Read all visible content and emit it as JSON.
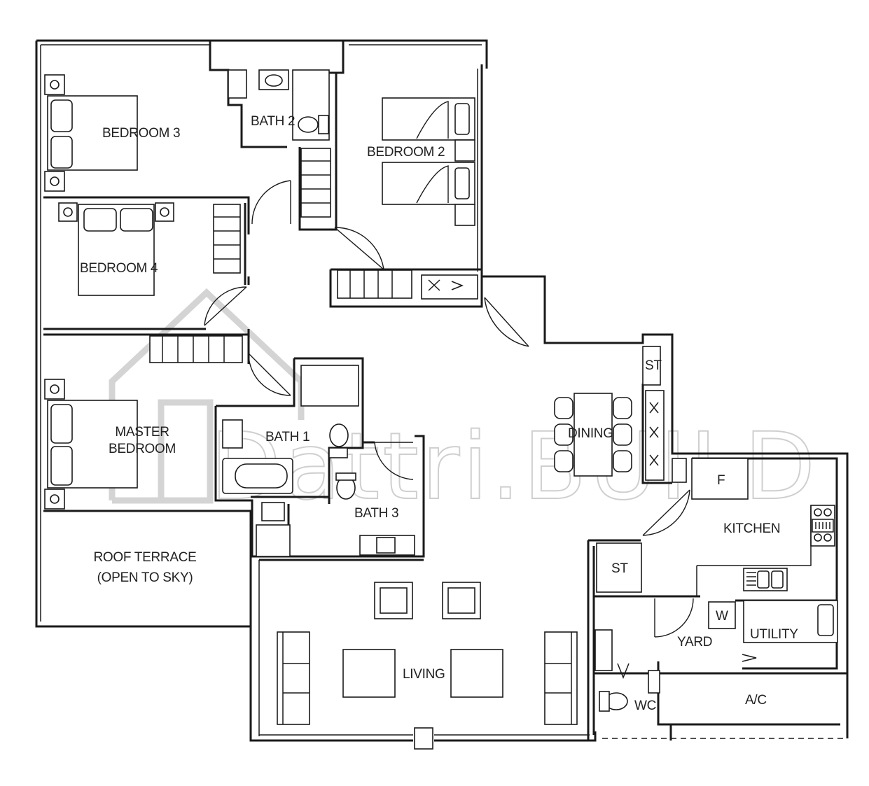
{
  "watermark": {
    "text": "Dattri.BUILD"
  },
  "rooms": {
    "bedroom3": "BEDROOM 3",
    "bath2": "BATH 2",
    "bedroom2": "BEDROOM 2",
    "bedroom4": "BEDROOM 4",
    "master_line1": "MASTER",
    "master_line2": "BEDROOM",
    "bath1": "BATH 1",
    "bath3": "BATH 3",
    "dining": "DINING",
    "roof_line1": "ROOF TERRACE",
    "roof_line2": "(OPEN TO SKY)",
    "living": "LIVING",
    "kitchen": "KITCHEN",
    "fridge": "F",
    "st_upper": "ST",
    "st_lower": "ST",
    "washer": "W",
    "yard": "YARD",
    "utility": "UTILITY",
    "wc": "WC",
    "ac": "A/C"
  }
}
